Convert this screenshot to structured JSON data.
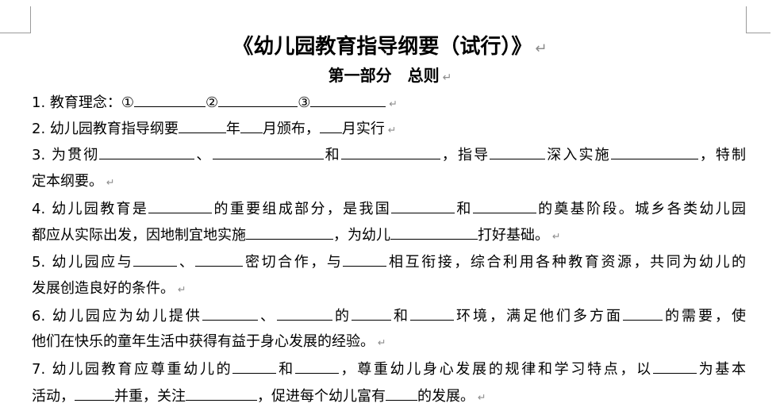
{
  "title": "《幼儿园教育指导纲要（试行）》",
  "subtitle": "第一部分　总则",
  "para_mark": "↵",
  "lines": [
    {
      "s": [
        "1. 教育理念：①",
        "②",
        "③",
        ""
      ],
      "w": [
        90,
        100,
        95
      ]
    },
    {
      "s": [
        "2. 幼儿园教育指导纲要",
        "年",
        "月颁布，",
        "月实行"
      ],
      "w": [
        60,
        28,
        28
      ]
    },
    {
      "s": [
        "3. 为贯彻",
        "、",
        "和",
        "，指导",
        "深入实施",
        "，特制"
      ],
      "w": [
        120,
        140,
        125,
        70,
        110
      ]
    },
    {
      "s": [
        "定本纲要。"
      ],
      "w": []
    },
    {
      "s": [
        "4. 幼儿园教育是",
        "的重要组成部分，是我国",
        "和",
        "的奠基阶段。城乡各类幼儿园"
      ],
      "w": [
        80,
        80,
        80
      ]
    },
    {
      "s": [
        "都应从实际出发，因地制宜地实施",
        "，为幼儿",
        "打好基础。"
      ],
      "w": [
        110,
        110
      ]
    },
    {
      "s": [
        "5. 幼儿园应与",
        "、",
        "密切合作，与",
        "相互衔接，综合利用各种教育资源，共同为幼儿的"
      ],
      "w": [
        55,
        60,
        55
      ]
    },
    {
      "s": [
        "发展创造良好的条件。"
      ],
      "w": []
    },
    {
      "s": [
        "6. 幼儿园应为幼儿提供",
        "、",
        "的",
        "和",
        "环境，满足他们多方面",
        "的需要，使"
      ],
      "w": [
        70,
        70,
        50,
        55,
        50
      ]
    },
    {
      "s": [
        "他们在快乐的童年生活中获得有益于身心发展的经验。"
      ],
      "w": []
    },
    {
      "s": [
        "7. 幼儿园教育应尊重幼儿的",
        "和",
        "，尊重幼儿身心发展的规律和学习特点，以",
        "为基本"
      ],
      "w": [
        55,
        55,
        55
      ]
    },
    {
      "s": [
        "活动，",
        "并重，关注",
        "，促进每个幼儿富有",
        "的发展。"
      ],
      "w": [
        50,
        90,
        40
      ]
    }
  ]
}
